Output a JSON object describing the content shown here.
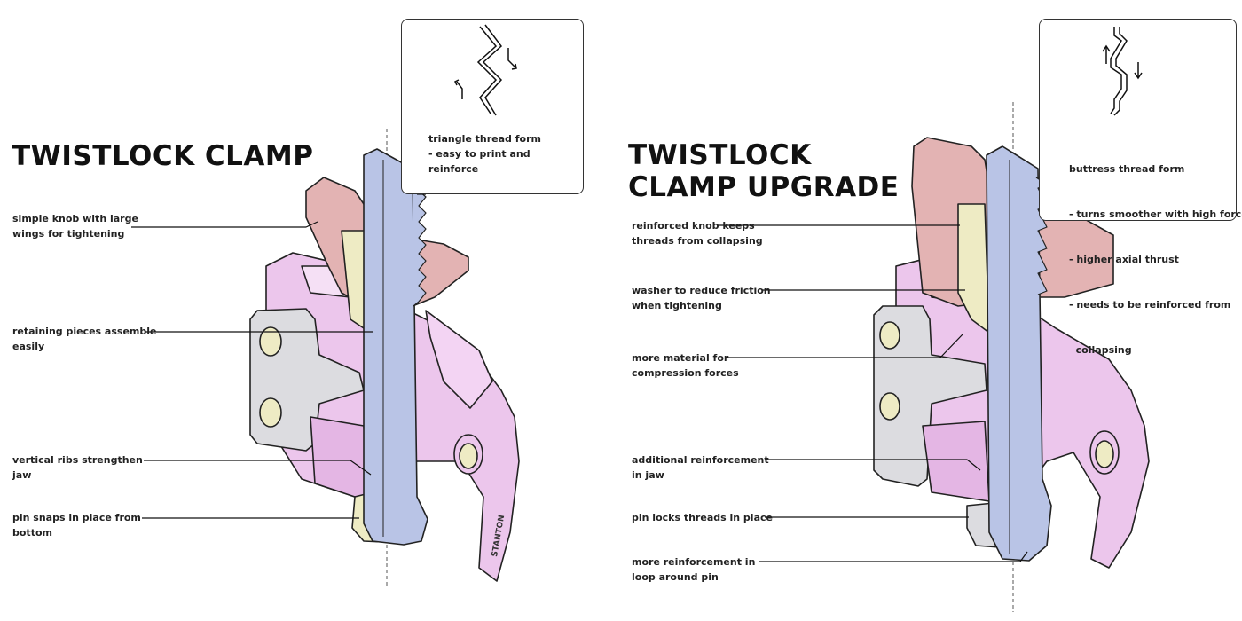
{
  "left": {
    "title": "TWISTLOCK CLAMP",
    "callout_box": {
      "icon": "triangle-thread-icon",
      "heading": "triangle thread form",
      "bullets": [
        "- easy to print and reinforce"
      ]
    },
    "labels": [
      {
        "line1": "simple knob with large",
        "line2": "wings for tightening"
      },
      {
        "line1": "retaining pieces assemble",
        "line2": "easily"
      },
      {
        "line1": "vertical ribs strengthen",
        "line2": "jaw"
      },
      {
        "line1": "pin snaps in place from",
        "line2": "bottom"
      }
    ],
    "engraving": "STANTON"
  },
  "right": {
    "title_line1": "TWISTLOCK",
    "title_line2": "CLAMP UPGRADE",
    "callout_box": {
      "icon": "buttress-thread-icon",
      "heading": "buttress thread form",
      "bullets": [
        "- turns smoother with high force",
        "- higher axial thrust",
        "- needs to be reinforced from",
        "  collapsing"
      ]
    },
    "labels": [
      {
        "line1": "reinforced knob keeps",
        "line2": "threads from collapsing"
      },
      {
        "line1": "washer to reduce friction",
        "line2": "when tightening"
      },
      {
        "line1": "more material for",
        "line2": "compression forces"
      },
      {
        "line1": "additional reinforcement",
        "line2": "in jaw"
      },
      {
        "line1": "pin locks threads in place",
        "line2": ""
      },
      {
        "line1": "more reinforcement in",
        "line2": "loop around pin"
      }
    ]
  },
  "colors": {
    "body": "#ecc6ec",
    "knob": "#e3b3b3",
    "screw": "#b9c4e6",
    "retainer": "#dcdce0",
    "pin": "#eeebc4",
    "outline": "#222222"
  }
}
